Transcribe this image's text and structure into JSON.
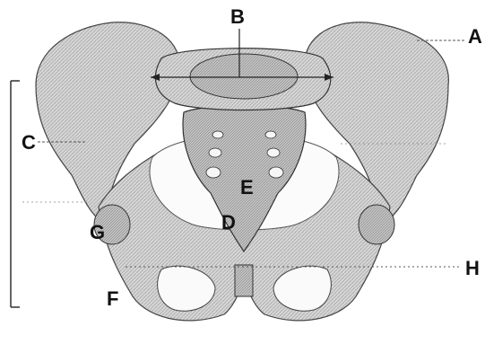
{
  "figure": {
    "labels": {
      "A": "A",
      "B": "B",
      "C": "C",
      "D": "D",
      "E": "E",
      "F": "F",
      "G": "G",
      "H": "H"
    }
  }
}
